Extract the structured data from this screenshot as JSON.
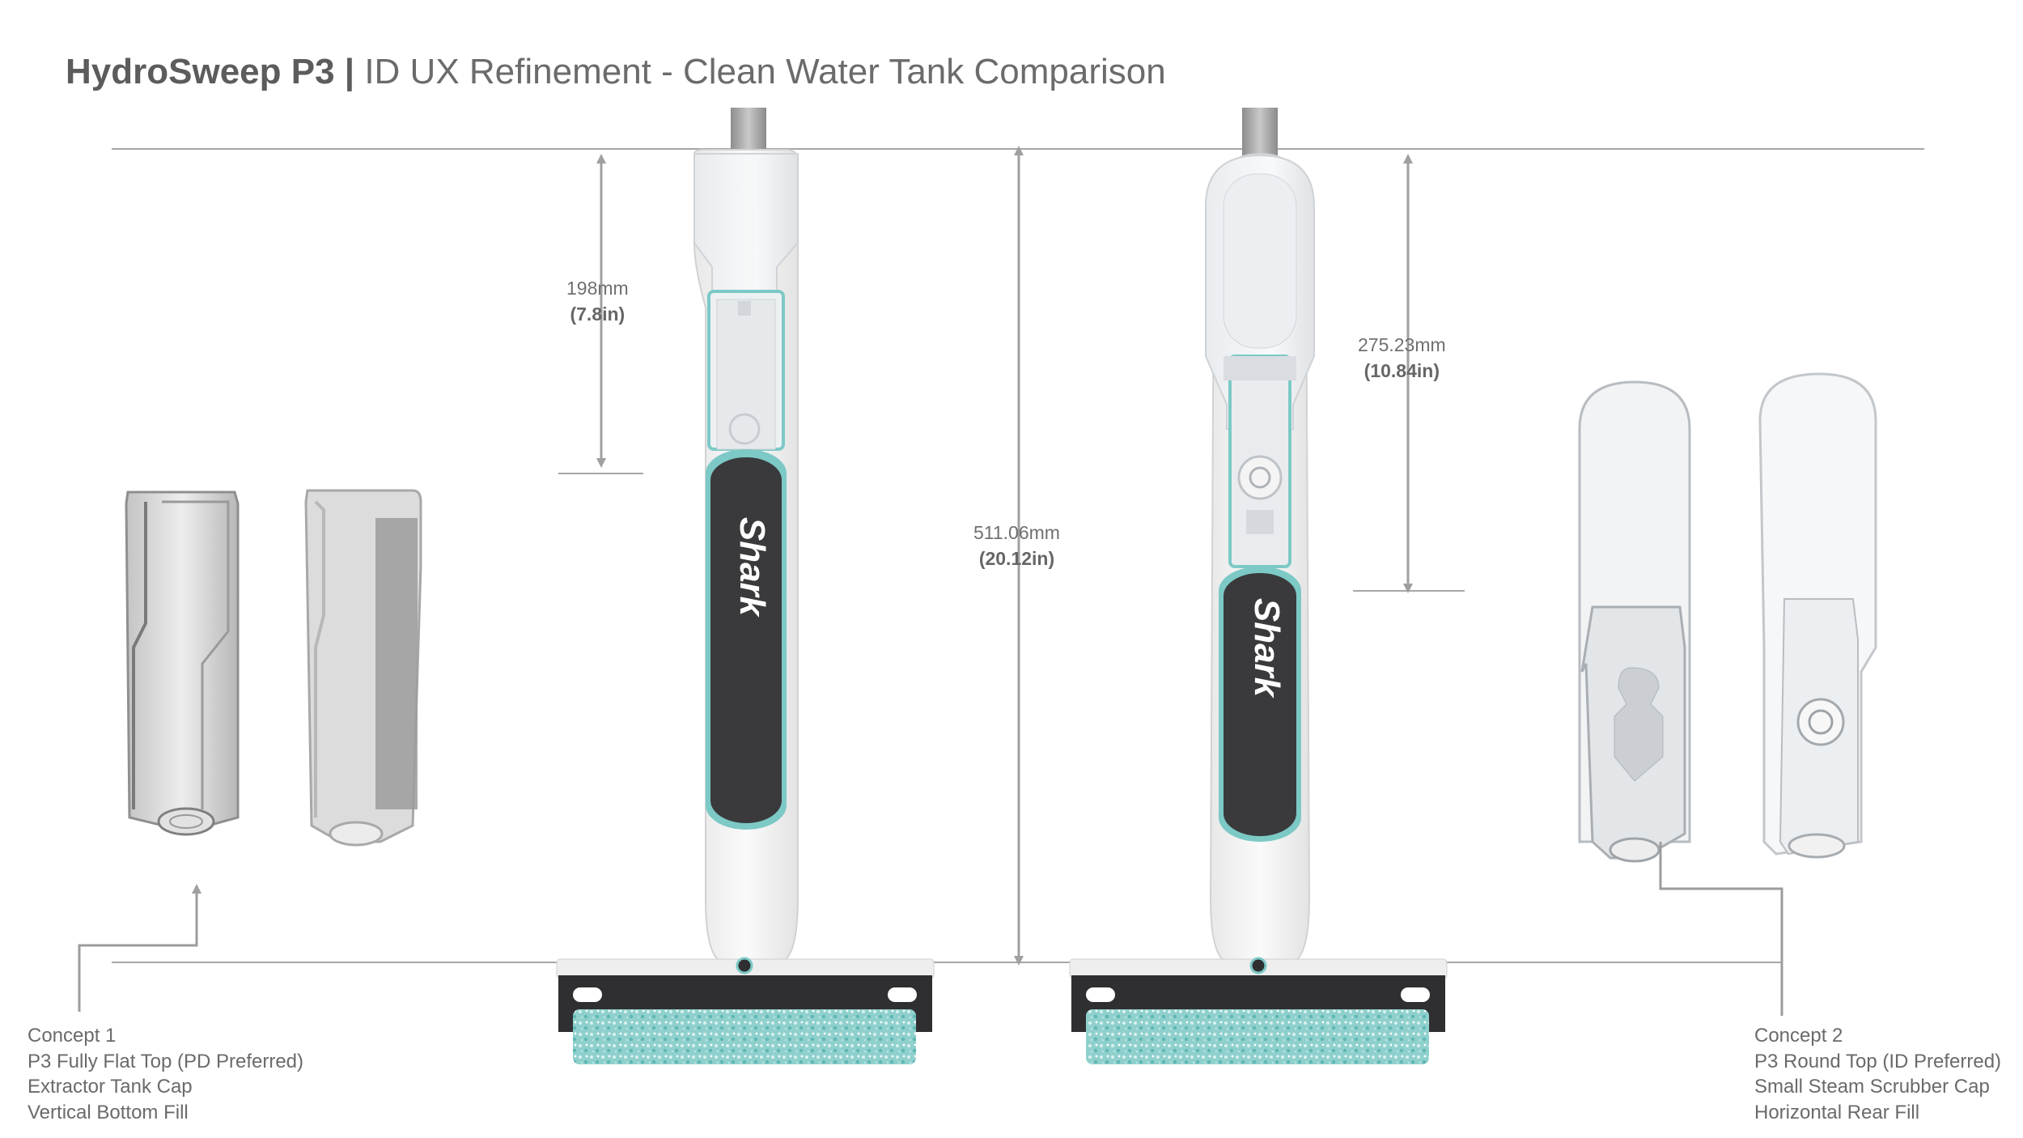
{
  "header": {
    "title_bold": "HydroSweep P3 |",
    "title_rest": " ID UX Refinement - Clean Water Tank Comparison"
  },
  "dimensions": {
    "tank1_height_mm": "198mm",
    "tank1_height_in": "(7.8in)",
    "overall_height_mm": "511.06mm",
    "overall_height_in": "(20.12in)",
    "tank2_height_mm": "275.23mm",
    "tank2_height_in": "(10.84in)"
  },
  "product": {
    "brand": "Shark"
  },
  "concept1": {
    "lines": [
      "Concept 1",
      "P3 Fully Flat Top (PD Preferred)",
      "Extractor Tank Cap",
      "Vertical Bottom Fill"
    ]
  },
  "concept2": {
    "lines": [
      "Concept 2",
      "P3 Round Top (ID Preferred)",
      "Small Steam Scrubber Cap",
      "Horizontal Rear Fill"
    ]
  },
  "colors": {
    "accent_teal": "#7cc9c6",
    "handle_dark": "#3a3a3c",
    "line_gray": "#a6a6a6",
    "text_gray": "#6a6a6a"
  }
}
